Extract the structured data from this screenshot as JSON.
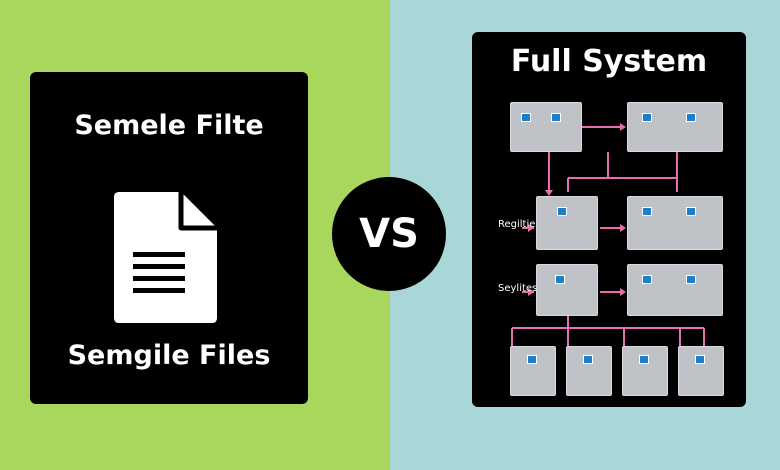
{
  "left": {
    "title_top": "Semele Filte",
    "title_bottom": "Semgile Files",
    "icon": "document-icon"
  },
  "vs_label": "VS",
  "right": {
    "title": "Full System",
    "side_labels": [
      "Regilties",
      "Seylites"
    ]
  },
  "colors": {
    "left_bg": "#a9d65c",
    "right_bg": "#a9d6d6",
    "panel": "#000000",
    "node_fill": "#bfc3c8",
    "connector": "#e66fb3",
    "icon_blue": "#1f7fc4"
  }
}
